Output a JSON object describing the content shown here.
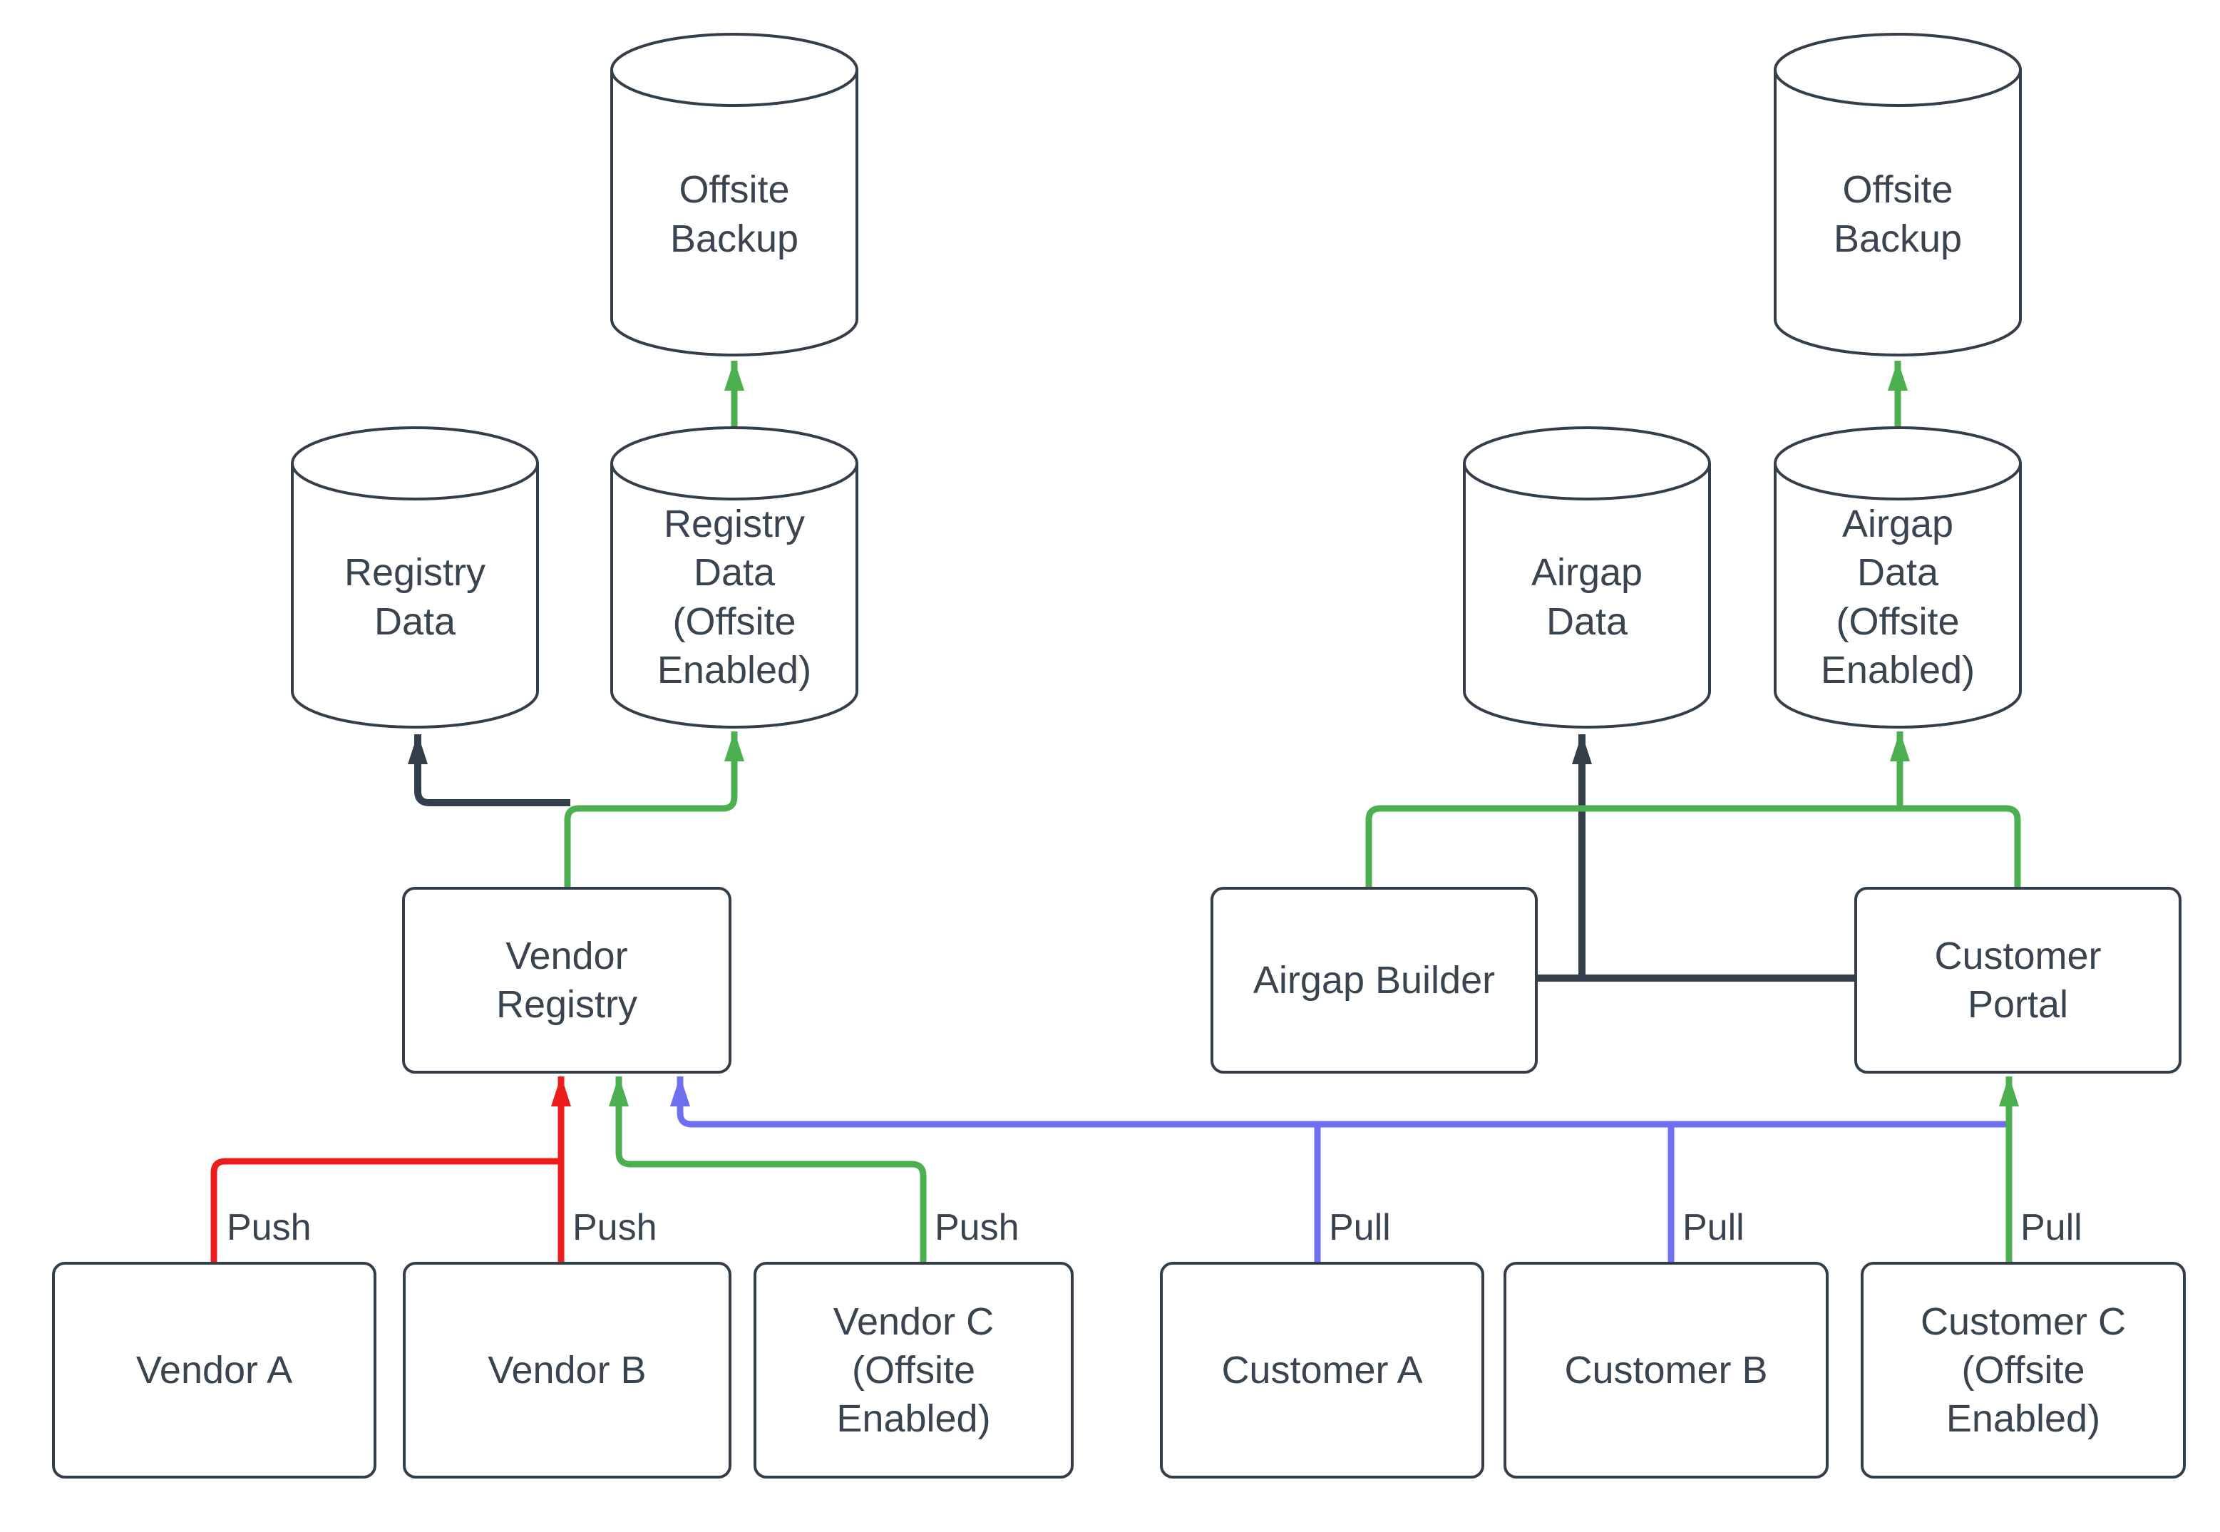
{
  "diagram": {
    "nodes": {
      "offsite_backup_left": "Offsite Backup",
      "registry_data": "Registry Data",
      "registry_data_offsite": "Registry Data (Offsite Enabled)",
      "offsite_backup_right": "Offsite Backup",
      "airgap_data": "Airgap Data",
      "airgap_data_offsite": "Airgap Data (Offsite Enabled)",
      "vendor_registry": "Vendor Registry",
      "airgap_builder": "Airgap Builder",
      "customer_portal": "Customer Portal",
      "vendor_a": "Vendor A",
      "vendor_b": "Vendor B",
      "vendor_c": "Vendor C (Offsite Enabled)",
      "customer_a": "Customer A",
      "customer_b": "Customer B",
      "customer_c": "Customer C (Offsite Enabled)"
    },
    "edge_labels": {
      "push_vendor_a": "Push",
      "push_vendor_b": "Push",
      "push_vendor_c": "Push",
      "pull_customer_a": "Pull",
      "pull_customer_b": "Pull",
      "pull_customer_c": "Pull"
    },
    "colors": {
      "push_red": "#ed1c1c",
      "offsite_green": "#4caf50",
      "pull_blue": "#6f70f0",
      "internal_dark": "#343e4b",
      "node_stroke": "#343e4b",
      "text": "#3a4450",
      "background": "#ffffff"
    }
  }
}
